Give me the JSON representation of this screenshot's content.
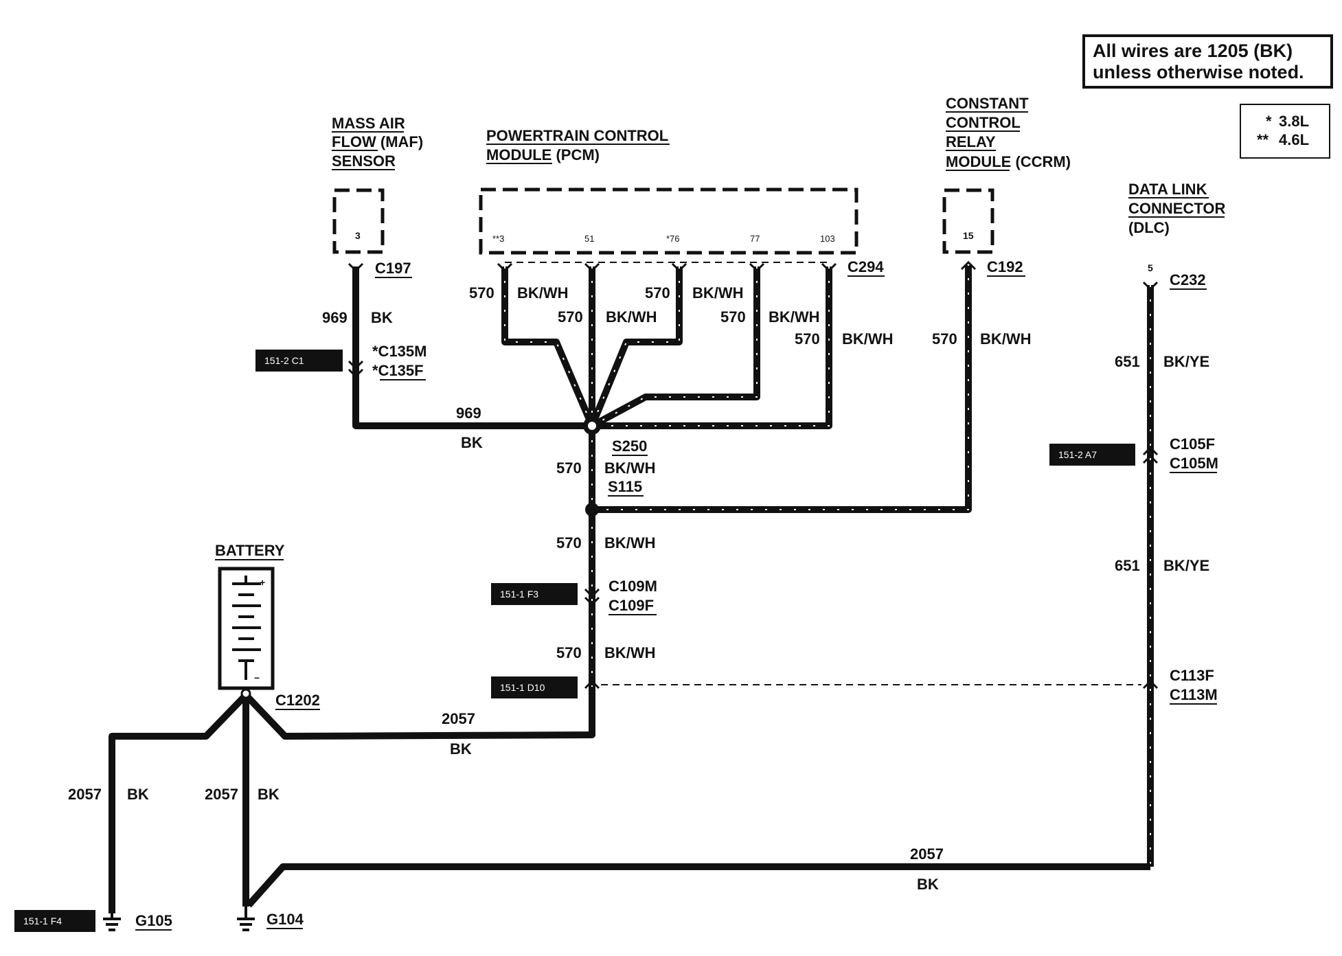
{
  "note": {
    "line1": "All wires are 1205 (BK)",
    "line2": "unless otherwise noted."
  },
  "legend": {
    "row1_mark": "*",
    "row1_text": "3.8L",
    "row2_mark": "**",
    "row2_text": "4.6L"
  },
  "components": {
    "maf": {
      "line1": "MASS AIR",
      "line2": "FLOW (MAF)",
      "line3": "SENSOR",
      "pin": "3",
      "connector": "C197"
    },
    "pcm": {
      "line1": "POWERTRAIN CONTROL",
      "line2": "MODULE  (PCM)",
      "pins": [
        "**3",
        "51",
        "*76",
        "77",
        "103"
      ],
      "connector": "C294"
    },
    "ccrm": {
      "line1": "CONSTANT",
      "line2": "CONTROL",
      "line3": "RELAY",
      "line4": "MODULE (CCRM)",
      "pin": "15",
      "connector": "C192"
    },
    "dlc": {
      "line1": "DATA LINK",
      "line2": "CONNECTOR",
      "line3": "(DLC)",
      "pin": "5",
      "connector": "C232"
    },
    "battery": {
      "label": "BATTERY",
      "plus": "+",
      "minus": "−",
      "connector": "C1202"
    }
  },
  "wires": {
    "maf_circuit": "969",
    "maf_color": "BK",
    "horiz_969": "969",
    "horiz_969_color": "BK",
    "pcm1_circuit": "570",
    "pcm1_color": "BK/WH",
    "pcm2_circuit": "570",
    "pcm2_color": "BK/WH",
    "pcm3_circuit": "570",
    "pcm3_color": "BK/WH",
    "pcm4_circuit": "570",
    "pcm4_color": "BK/WH",
    "pcm5_circuit": "570",
    "pcm5_color": "BK/WH",
    "ccrm_circuit": "570",
    "ccrm_color": "BK/WH",
    "mid_circuit": "570",
    "mid_color": "BK/WH",
    "low_circuit": "570",
    "low_color": "BK/WH",
    "bottom_circuit": "570",
    "bottom_color": "BK/WH",
    "dlc_upper_circuit": "651",
    "dlc_upper_color": "BK/YE",
    "dlc_lower_circuit": "651",
    "dlc_lower_color": "BK/YE",
    "batt_center_circuit": "2057",
    "batt_center_color": "BK",
    "g105_circuit": "2057",
    "g105_color": "BK",
    "g104_circuit": "2057",
    "g104_color": "BK",
    "ground_run_circuit": "2057",
    "ground_run_color": "BK"
  },
  "connectors": {
    "c135m": "*C135M",
    "c135f": "*C135F",
    "c105f": "C105F",
    "c105m": "C105M",
    "c109m": "C109M",
    "c109f": "C109F",
    "c113f": "C113F",
    "c113m": "C113M"
  },
  "splices": {
    "s250": "S250",
    "s115": "S115"
  },
  "grounds": {
    "g105": "G105",
    "g104": "G104"
  },
  "refs": {
    "maf": "151-2 C1",
    "dlc": "151-2 A7",
    "c109": "151-1 F3",
    "c113": "151-1 D10",
    "g105": "151-1 F4"
  }
}
